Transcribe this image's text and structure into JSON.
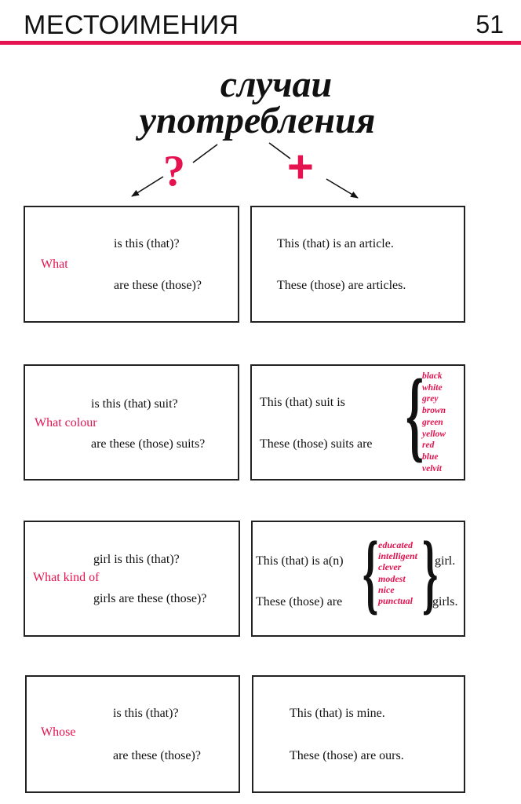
{
  "header": {
    "chapter": "МЕСТОИМЕНИЯ",
    "page_number": "51"
  },
  "title": {
    "line1": "случаи",
    "line2": "употребления"
  },
  "symbols": {
    "question": "?",
    "positive": "+"
  },
  "colors": {
    "accent": "#e4134f",
    "text": "#111111"
  },
  "rows": [
    {
      "question": {
        "lead": "What",
        "line1": "is this (that)?",
        "line2": "are these (those)?"
      },
      "answer": {
        "line1": "This (that) is an article.",
        "line2": "These (those) are articles."
      }
    },
    {
      "question": {
        "lead": "What colour",
        "line1": "is this (that) suit?",
        "line2": "are these (those) suits?"
      },
      "answer": {
        "line1": "This (that) suit is",
        "line2": "These (those) suits are",
        "options": [
          "black",
          "white",
          "grey",
          "brown",
          "green",
          "yellow",
          "red",
          "blue",
          "velvit"
        ]
      }
    },
    {
      "question": {
        "lead": "What kind of",
        "line1": "girl is this (that)?",
        "line2": "girls are these (those)?"
      },
      "answer": {
        "line1": "This (that) is a(n)",
        "line2": "These (those) are",
        "options": [
          "educated",
          "intelligent",
          "clever",
          "modest",
          "nice",
          "punctual"
        ],
        "end1": "girl.",
        "end2": "girls."
      }
    },
    {
      "question": {
        "lead": "Whose",
        "line1": "is this (that)?",
        "line2": "are these (those)?"
      },
      "answer": {
        "line1": "This (that) is mine.",
        "line2": "These (those) are ours."
      }
    }
  ]
}
